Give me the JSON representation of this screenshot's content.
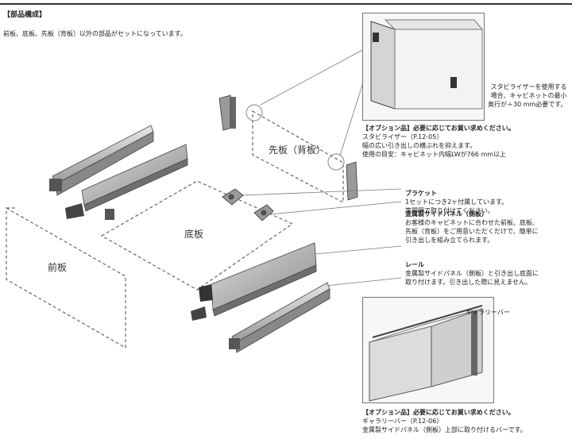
{
  "header": {
    "title": "【部品構成】",
    "intro": "前板、底板、先板（背板）以外の部品がセットになっています。"
  },
  "labels": {
    "front_panel": "前板",
    "bottom_panel": "底板",
    "back_panel": "先板（背板）",
    "gallery_bar": "ギャラリーバー"
  },
  "stabilizer_note": {
    "caption": [
      "スタビライザーを使用する",
      "場合、キャビネットの最小",
      "奥行が＋30 mm必要です。"
    ],
    "heading": "【オプション品】必要に応じてお買い求めください。",
    "lines": [
      "スタビライザー（P.12-05）",
      "幅の広い引き出しの横ぶれを抑えます。",
      "使用の目安：キャビネット内幅LWが766 mm以上"
    ]
  },
  "bracket": {
    "heading": "ブラケット",
    "lines": [
      "1セットにつき2ヶ付属しています。",
      "等間隔で取り付けてください。"
    ]
  },
  "side_panel": {
    "heading": "金属製サイドパネル（側板）",
    "lines": [
      "お客様のキャビネットに合わせた前板、底板、",
      "先板（背板）をご用意いただくだけで、簡単に",
      "引き出しを組み立てられます。"
    ]
  },
  "rail": {
    "heading": "レール",
    "lines": [
      "金属製サイドパネル（側板）と引き出し底面に",
      "取り付けます。引き出した際に見えません。"
    ]
  },
  "gallery_note": {
    "heading": "【オプション品】必要に応じてお買い求めください。",
    "lines": [
      "ギャラリーバー（P.12-06）",
      "金属製サイドパネル（側板）上部に取り付けるバーです。"
    ]
  }
}
